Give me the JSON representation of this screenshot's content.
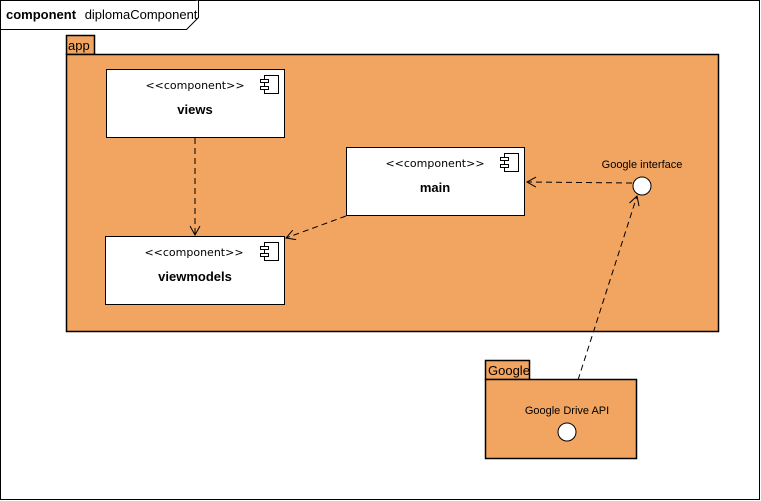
{
  "frame": {
    "keyword": "component",
    "name": "diplomaComponent"
  },
  "packages": {
    "app": {
      "label": "app",
      "fill": "#f2a560"
    },
    "google": {
      "label": "Google",
      "fill": "#f2a560"
    }
  },
  "components": {
    "views": {
      "stereotype": "<<component>>",
      "name": "views"
    },
    "viewmodels": {
      "stereotype": "<<component>>",
      "name": "viewmodels"
    },
    "main": {
      "stereotype": "<<component>>",
      "name": "main"
    }
  },
  "interfaces": {
    "google_interface": {
      "label": "Google interface"
    },
    "google_drive_api": {
      "label": "Google Drive API"
    }
  },
  "colors": {
    "package_fill": "#f2a560",
    "box_fill": "#ffffff",
    "stroke": "#000000"
  }
}
